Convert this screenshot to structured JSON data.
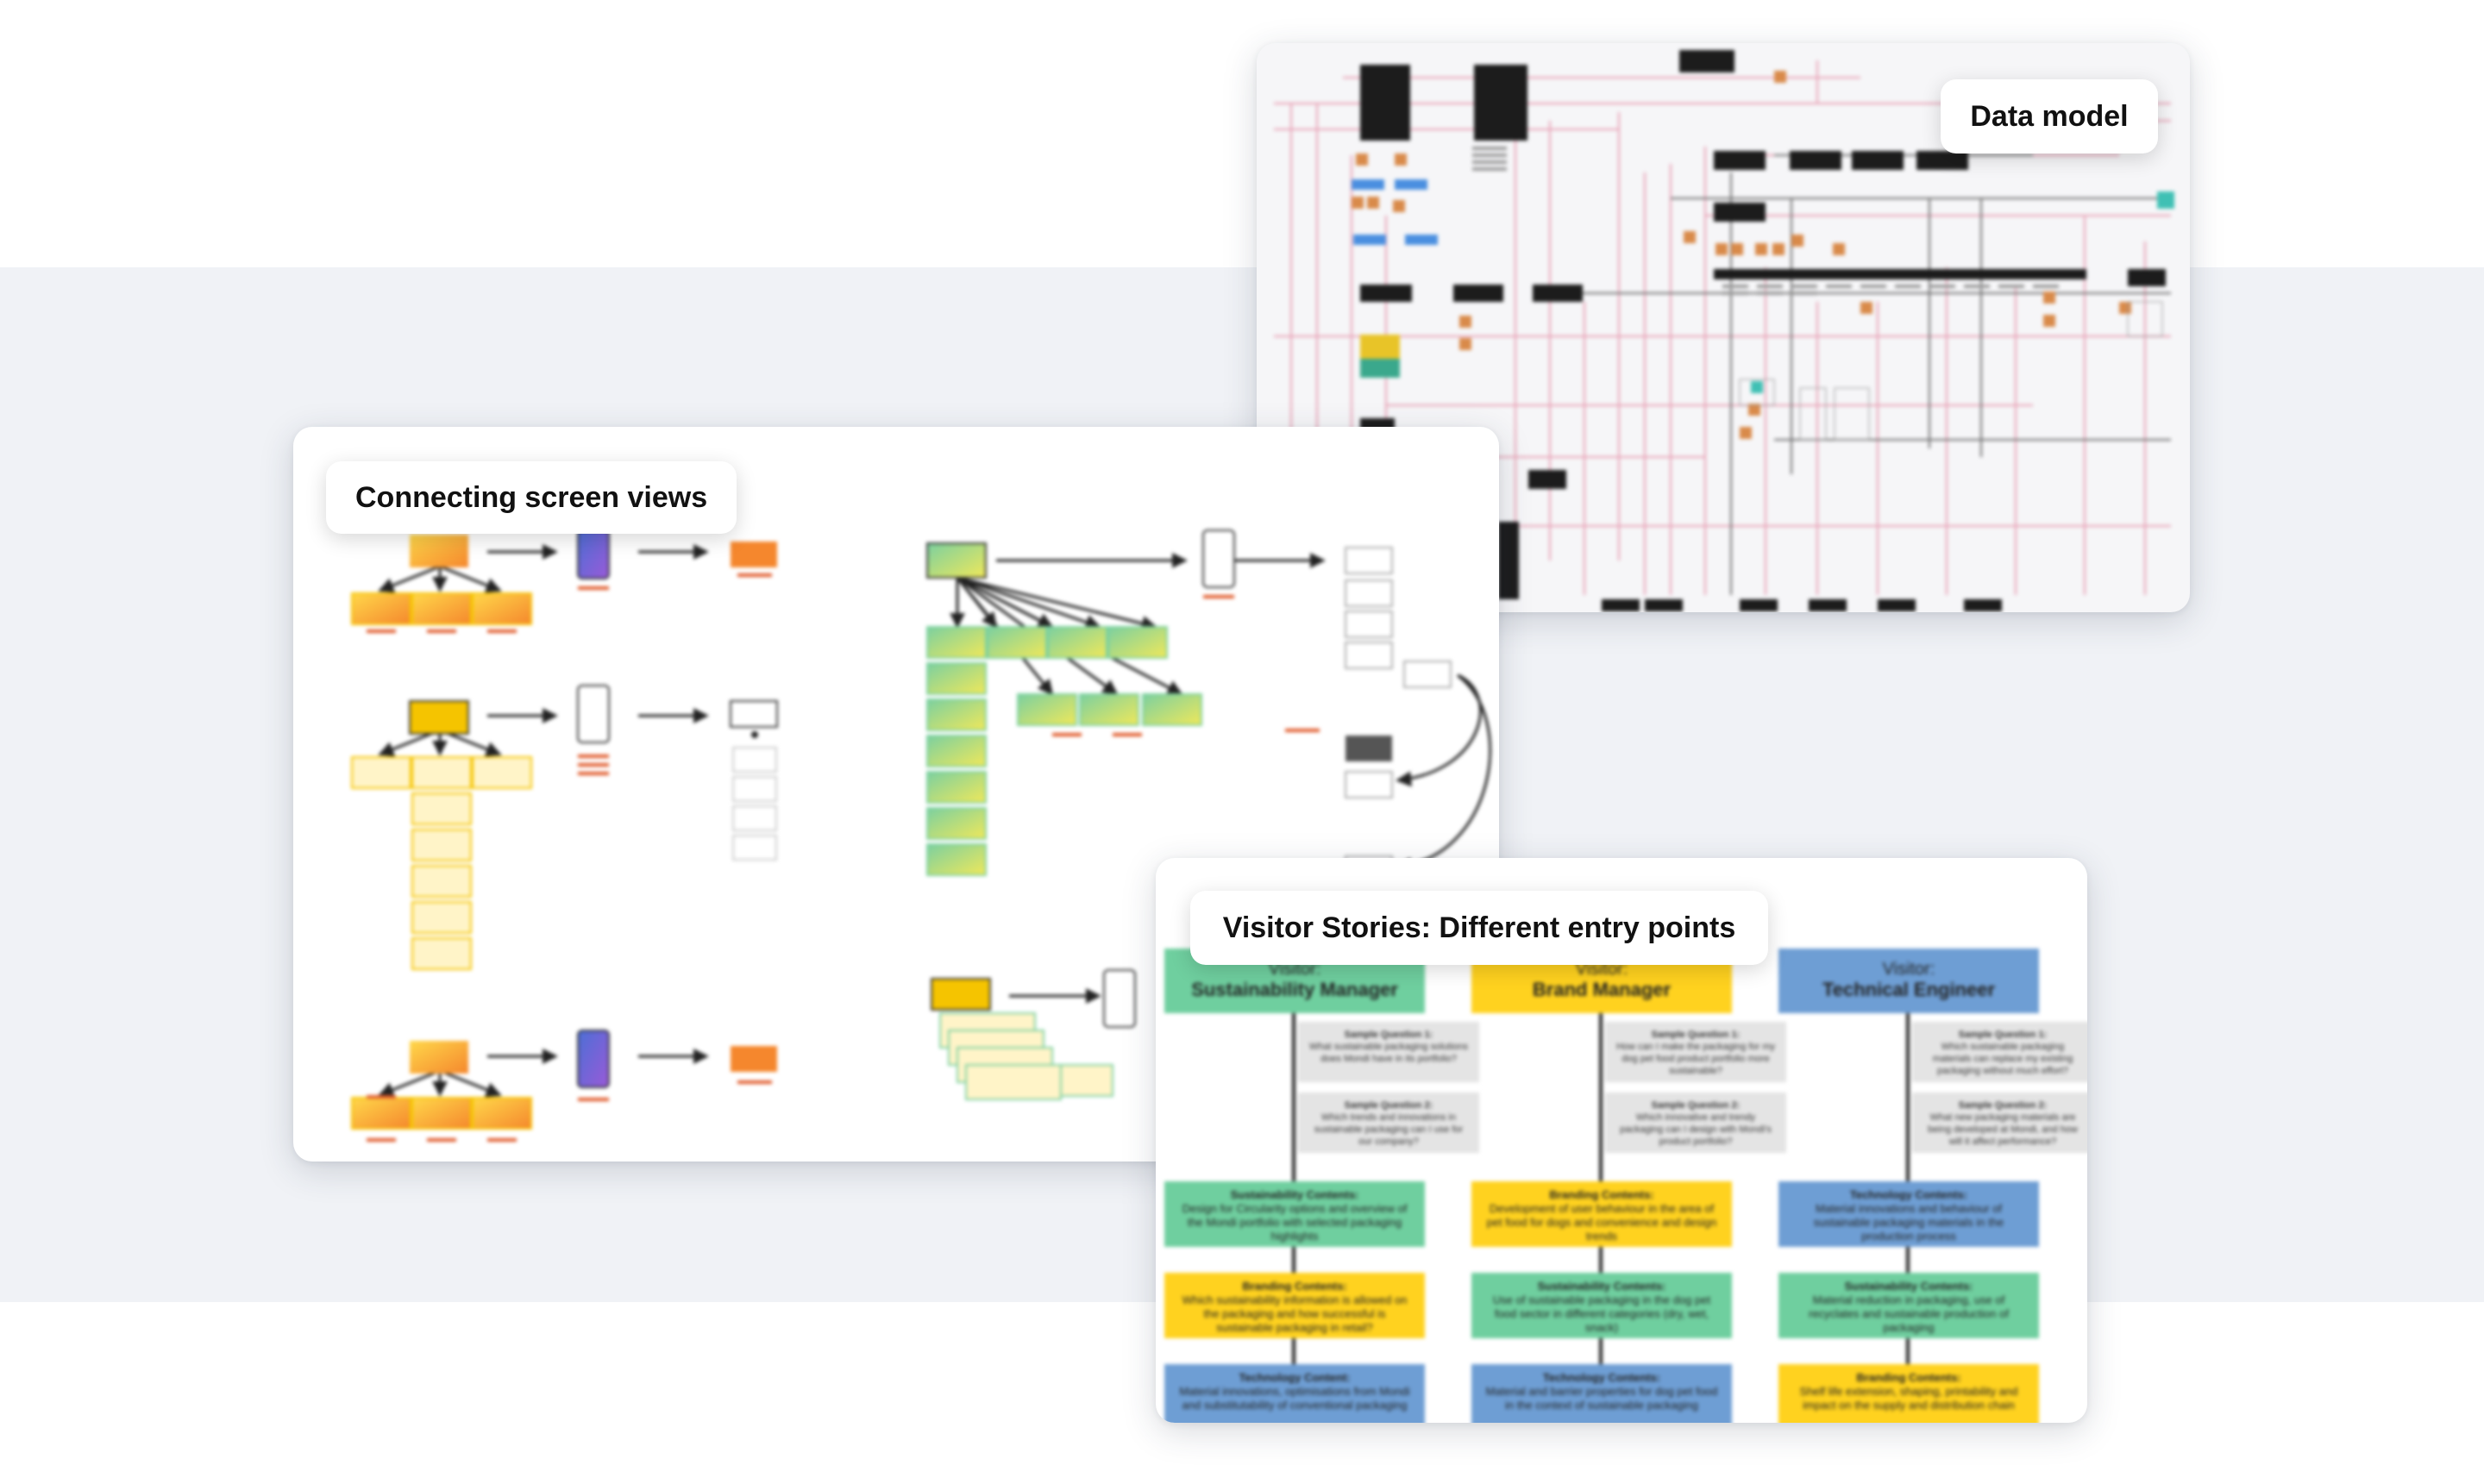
{
  "labels": {
    "data_model": "Data model",
    "connecting_screen_views": "Connecting screen views",
    "visitor_stories": "Visitor Stories: Different entry points"
  },
  "visitor_stories": {
    "columns": [
      {
        "visitor_label": "Visitor:",
        "role": "Sustainability Manager",
        "color": "#6fcf9f",
        "questions": [
          {
            "title": "Sample Question 1:",
            "text": "What sustainable packaging solutions does Mondi have in its portfolio?"
          },
          {
            "title": "Sample Question 2:",
            "text": "Which trends and innovations in sustainable packaging can I use for our company?"
          }
        ],
        "contents": [
          {
            "title": "Sustainability Contents:",
            "text": "Design for Circularity options and overview of the Mondi portfolio with selected packaging highlights",
            "color": "#6fcf9f"
          },
          {
            "title": "Branding Contents:",
            "text": "Which sustainability information is allowed on the packaging and how successful is sustainable packaging in retail?",
            "color": "#ffd21f"
          },
          {
            "title": "Technology Content:",
            "text": "Material innovations, optimisations from Mondi and substitutability of conventional packaging",
            "color": "#6e9ed4"
          }
        ]
      },
      {
        "visitor_label": "Visitor:",
        "role": "Brand Manager",
        "color": "#ffd21f",
        "questions": [
          {
            "title": "Sample Question 1:",
            "text": "How can I make the packaging for my dog pet food product portfolio more sustainable?"
          },
          {
            "title": "Sample Question 2:",
            "text": "Which innovative and trendy packaging can I design with Mondi's product portfolio?"
          }
        ],
        "contents": [
          {
            "title": "Branding Contents:",
            "text": "Development of user behaviour in the area of pet food for dogs and convenience and design trends",
            "color": "#ffd21f"
          },
          {
            "title": "Sustainability Contents:",
            "text": "Use of sustainable packaging in the dog pet food sector in different categories (dry, wet, snack)",
            "color": "#6fcf9f"
          },
          {
            "title": "Technology Contents:",
            "text": "Material and barrier properties for dog pet food in the context of sustainable packaging",
            "color": "#6e9ed4"
          }
        ]
      },
      {
        "visitor_label": "Visitor:",
        "role": "Technical Engineer",
        "color": "#6e9ed4",
        "questions": [
          {
            "title": "Sample Question 1:",
            "text": "Which sustainable packaging materials can replace my existing packaging without much effort?"
          },
          {
            "title": "Sample Question 2:",
            "text": "What new packaging materials are being developed at Mondi, and how will it affect performance?"
          }
        ],
        "contents": [
          {
            "title": "Technology Contents:",
            "text": "Material innovations and behaviour of sustainable packaging materials in the production process",
            "color": "#6e9ed4"
          },
          {
            "title": "Sustainability Contents:",
            "text": "Material reduction in packaging, use of recyclates and sustainable production of packaging",
            "color": "#6fcf9f"
          },
          {
            "title": "Branding Contents:",
            "text": "Shelf life extension, shaping, printability and impact on the supply and distribution chain",
            "color": "#ffd21f"
          }
        ]
      }
    ]
  }
}
